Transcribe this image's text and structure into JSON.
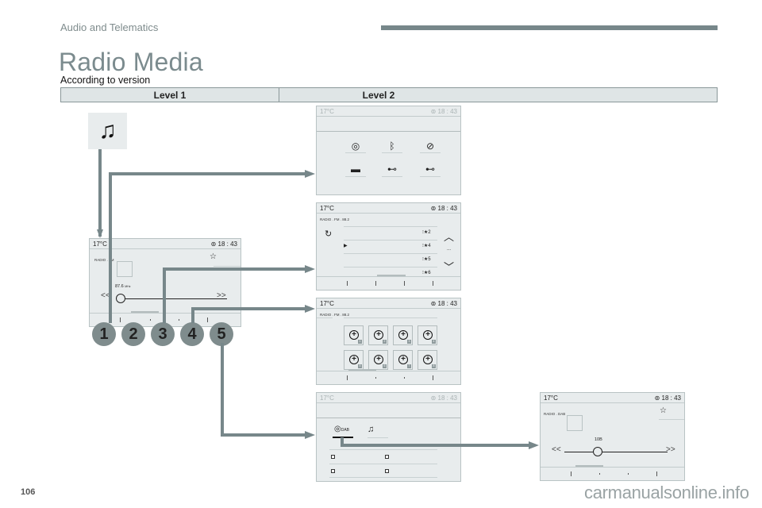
{
  "header": {
    "section": "Audio and Telematics",
    "title": "Radio Media",
    "subtitle": "According to version"
  },
  "levels": [
    "Level 1",
    "Level 2"
  ],
  "footer": {
    "page_number": "106",
    "watermark": "carmanualsonline.info"
  },
  "callouts": [
    "1",
    "2",
    "3",
    "4",
    "5"
  ],
  "screens": {
    "common": {
      "temperature": "17°C",
      "clock_icon": "clock-icon",
      "time": "18 : 43"
    },
    "level1_radio": {
      "source_label": "RADIO . FM",
      "frequency": "87.6",
      "frequency_unit": "MHz"
    },
    "sources": {
      "icons": [
        "radio-icon",
        "bluetooth-icon",
        "cd-icon",
        "aux-jack-icon",
        "usb-icon",
        "usb-icon"
      ]
    },
    "preset_list": {
      "source_label": "RADIO . FM . 88.2",
      "presets": [
        "2",
        "4",
        "5",
        "6"
      ],
      "ellipsis": "..."
    },
    "preset_grid": {
      "source_label": "RADIO . FM . 88.2",
      "tiles": [
        "1",
        "2",
        "3",
        "4",
        "5",
        "6",
        "7",
        "8"
      ]
    },
    "band_select": {
      "tabs": [
        "DAB",
        "music-settings"
      ]
    },
    "dab_radio": {
      "source_label": "RADIO . DAB",
      "channel": "10B"
    }
  }
}
